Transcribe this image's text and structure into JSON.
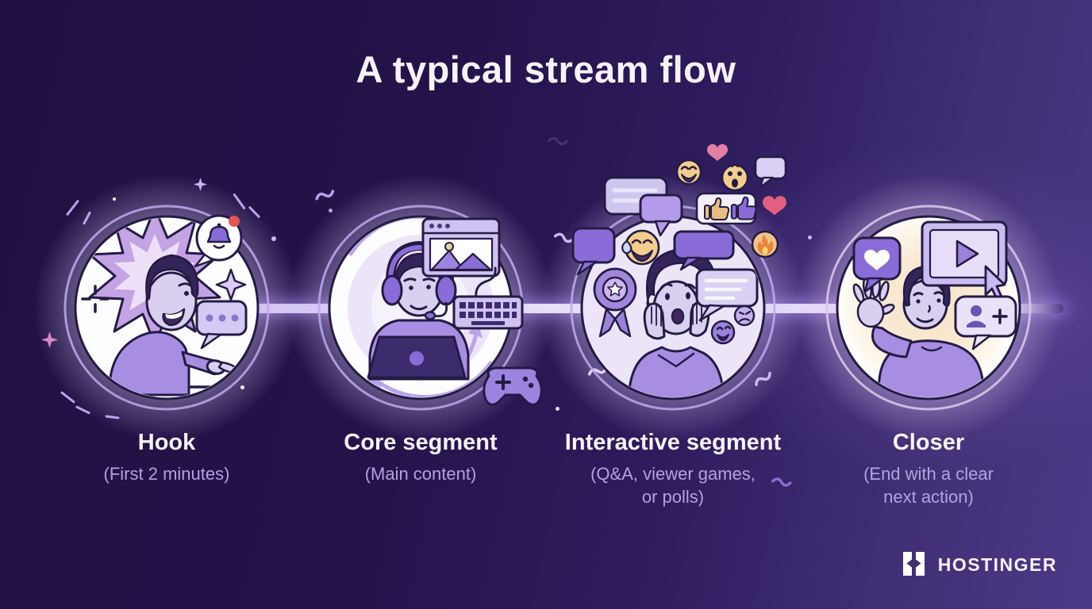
{
  "title": "A typical stream flow",
  "stages": [
    {
      "id": "hook",
      "label": "Hook",
      "sublabel": "(First 2 minutes)",
      "illustration": "excited-streamer-with-starburst",
      "icons": [
        "starburst",
        "notification-bell-bubble",
        "chat-dots-bubble",
        "sparkle-star",
        "crosshair-plus"
      ]
    },
    {
      "id": "core-segment",
      "label": "Core segment",
      "sublabel": "(Main content)",
      "illustration": "streamer-headset-laptop",
      "icons": [
        "cycle-arrows",
        "browser-media-window",
        "keyboard",
        "laptop",
        "game-controller"
      ]
    },
    {
      "id": "interactive-segment",
      "label": "Interactive segment",
      "sublabel": "(Q&A, viewer games,\nor polls)",
      "illustration": "surprised-viewer-with-reactions",
      "icons": [
        "award-badge",
        "chat-bubbles",
        "laughing-emoji",
        "wow-emoji",
        "laughing-tear-emoji",
        "fire-emoji",
        "thumbs-up-pair",
        "hearts",
        "smiley-face",
        "frowny-face"
      ]
    },
    {
      "id": "closer",
      "label": "Closer",
      "sublabel": "(End with a clear\nnext action)",
      "illustration": "waving-streamer-call-to-action",
      "icons": [
        "heart-like-bubble",
        "video-player-with-cursor",
        "follow-user-bubble",
        "waving-hand"
      ]
    }
  ],
  "brand": {
    "name": "HOSTINGER",
    "icon": "hostinger-h-logo"
  },
  "colors": {
    "background_dark": "#211142",
    "background_light": "#4b3987",
    "title_text": "#f6f3fd",
    "sublabel_text": "#b3a2e0",
    "connector_glow": "#cdbdf2",
    "circle_fill": "#fdfcff",
    "ring": "#bda9ee",
    "ink_outline": "#241b45",
    "purple_primary": "#8a6cd8",
    "purple_sweater": "#a78ee2",
    "lavender_bubble": "#d5caf4",
    "skin": "#d9d0f0",
    "hair": "#332559",
    "emoji_yellow": "#f4cd8c",
    "heart_pink": "#e57fa8",
    "heart_red": "#e2607f",
    "alert_red": "#e25555",
    "warm_glow": "#f8e3c4"
  }
}
